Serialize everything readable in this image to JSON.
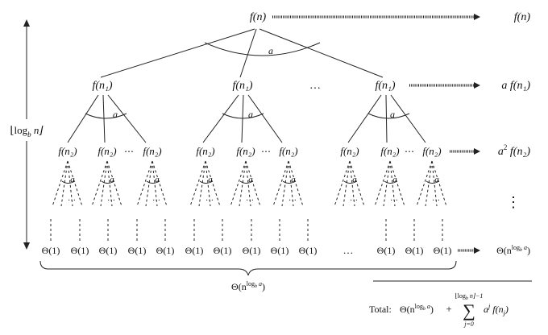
{
  "nodes": {
    "root": "f(n)",
    "level1": [
      "f(n₁)",
      "f(n₁)",
      "f(n₁)"
    ],
    "level1_gap": "…",
    "level2": [
      "f(n₂)",
      "f(n₂)",
      "f(n₂)",
      "f(n₂)",
      "f(n₂)",
      "f(n₂)",
      "f(n₂)",
      "f(n₂)",
      "f(n₂)"
    ],
    "level2_gap": "⋯",
    "branch_label": "a",
    "sub_dots": "…",
    "leaf": "Θ(1)",
    "leaf_gap": "…"
  },
  "right_column": {
    "row0": "f(n)",
    "row1": "a f(n₁)",
    "row2_base": "a",
    "row2_exp": "2",
    "row2_rest": " f(n₂)",
    "vdots": "⋮",
    "leaf_cost_base": "Θ(n",
    "leaf_cost_exp": "log",
    "leaf_cost_exp_sub": "b",
    "leaf_cost_exp_tail": " a",
    "leaf_cost_close": ")"
  },
  "height_label": {
    "prefix": "⌊log",
    "sub": "b",
    "suffix": " n⌋"
  },
  "brace_label": {
    "base": "Θ(n",
    "exp": "log",
    "exp_sub": "b",
    "exp_tail": " a",
    "close": ")"
  },
  "total": {
    "label": "Total:",
    "term1_base": "Θ(n",
    "term1_exp": "log",
    "term1_exp_sub": "b",
    "term1_exp_tail": " a",
    "term1_close": ")",
    "plus": "+",
    "sigma": "∑",
    "upper": "⌊log",
    "upper_sub": "b",
    "upper_tail": " n⌋−1",
    "lower": "j=0",
    "summand_base": "a",
    "summand_exp": "j",
    "summand_rest": " f(n",
    "summand_sub": "j",
    "summand_close": ")"
  }
}
